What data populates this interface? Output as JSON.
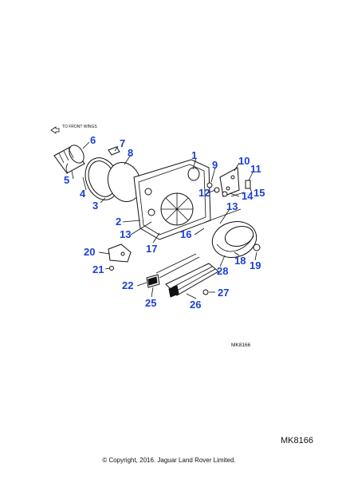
{
  "diagram": {
    "note": "TO FRONT WINGS",
    "code": "MK8166",
    "callouts": [
      "1",
      "2",
      "3",
      "4",
      "5",
      "6",
      "7",
      "8",
      "9",
      "10",
      "11",
      "12",
      "13",
      "13",
      "14",
      "15",
      "16",
      "17",
      "18",
      "19",
      "20",
      "21",
      "22",
      "25",
      "26",
      "27",
      "28"
    ]
  },
  "footer": {
    "code": "MK8166",
    "copyright": "© Copyright, 2016. Jaguar Land Rover Limited."
  }
}
